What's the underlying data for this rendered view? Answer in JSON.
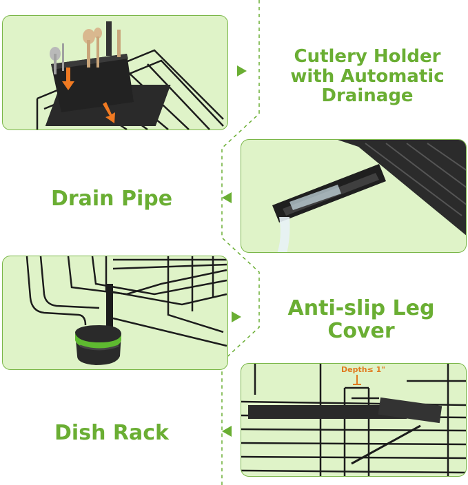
{
  "sections": [
    {
      "label": "Cutlery Holder with Automatic Drainage"
    },
    {
      "label": "Drain Pipe"
    },
    {
      "label": "Anti-slip Leg Cover"
    },
    {
      "label": "Dish Rack"
    }
  ],
  "dish_rack_annotation": "Depth≤ 1\"",
  "colors": {
    "accent": "#6aae33",
    "panel_bg": "#dff3c8",
    "panel_border": "#7ab648",
    "annotation": "#e07a1f"
  }
}
